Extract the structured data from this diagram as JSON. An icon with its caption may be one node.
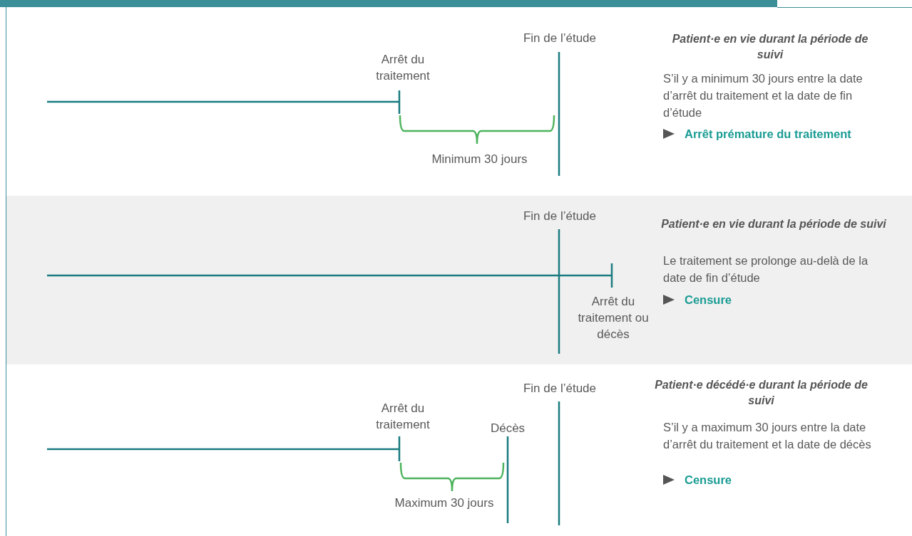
{
  "diagram": {
    "labels": [
      "Fin de l’étude",
      "Patient·e en vie durant la période de suivi",
      "Arrêt du traitement",
      "S’il y a minimum 30 jours entre la date d’arrêt du traitement et la date de fin d’étude",
      "Arrêt prémature du traitement",
      "Minimum 30 jours",
      "Fin de l’étude",
      "Patient·e en vie durant la période de suivi",
      "Le traitement se prolonge au-delà de la date de fin d’étude",
      "Censure",
      "Arrêt du traitement ou décès",
      "Fin de l’étude",
      "Patient·e décédé·e durant la période de suivi",
      "Arrêt du traitement",
      "Décès",
      "S’il y a maximum 30 jours entre la date d’arrêt du traitement et la date de décès",
      "Censure",
      "Maximum 30 jours"
    ]
  }
}
